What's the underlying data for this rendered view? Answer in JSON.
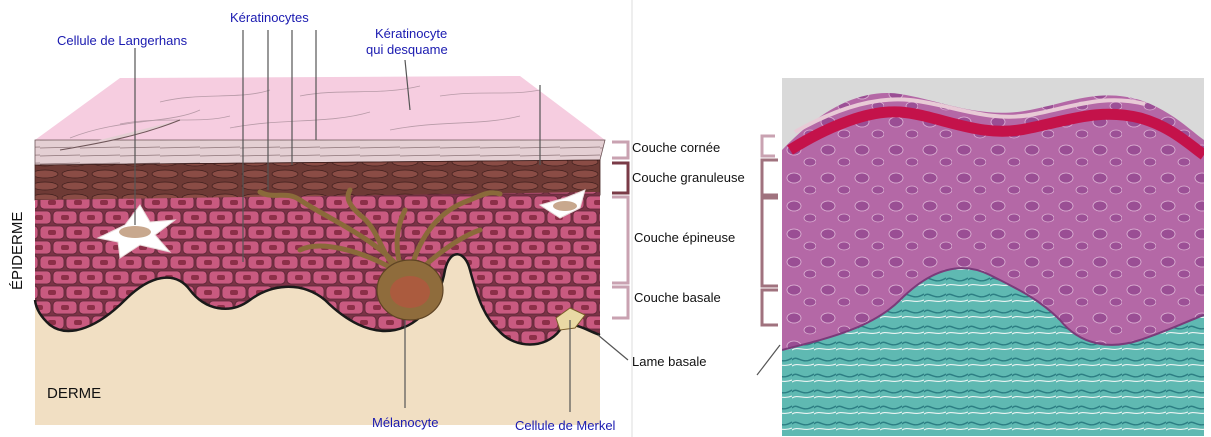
{
  "labels": {
    "langerhans": "Cellule de Langerhans",
    "keratinocytes": "Kératinocytes",
    "keratinocyte_desquame_1": "Kératinocyte",
    "keratinocyte_desquame_2": "qui desquame",
    "epiderme": "ÉPIDERME",
    "derme": "DERME",
    "melanocyte": "Mélanocyte",
    "merkel": "Cellule de Merkel",
    "couche_cornee": "Couche cornée",
    "couche_granuleuse": "Couche granuleuse",
    "couche_epineuse": "Couche épineuse",
    "couche_basale": "Couche basale",
    "lame_basale": "Lame basale"
  },
  "colors": {
    "label_blue": "#1a1ab0",
    "cornee_top": "#f6cde0",
    "granuleuse": "#6e3a35",
    "epineuse_cell": "#c95a80",
    "cell_nucleus": "#8c2f48",
    "melanocyte": "#8a6a3a",
    "derme": "#f1dfc3",
    "histology_pink": "#b565a3",
    "histology_teal": "#4ba8a2"
  }
}
